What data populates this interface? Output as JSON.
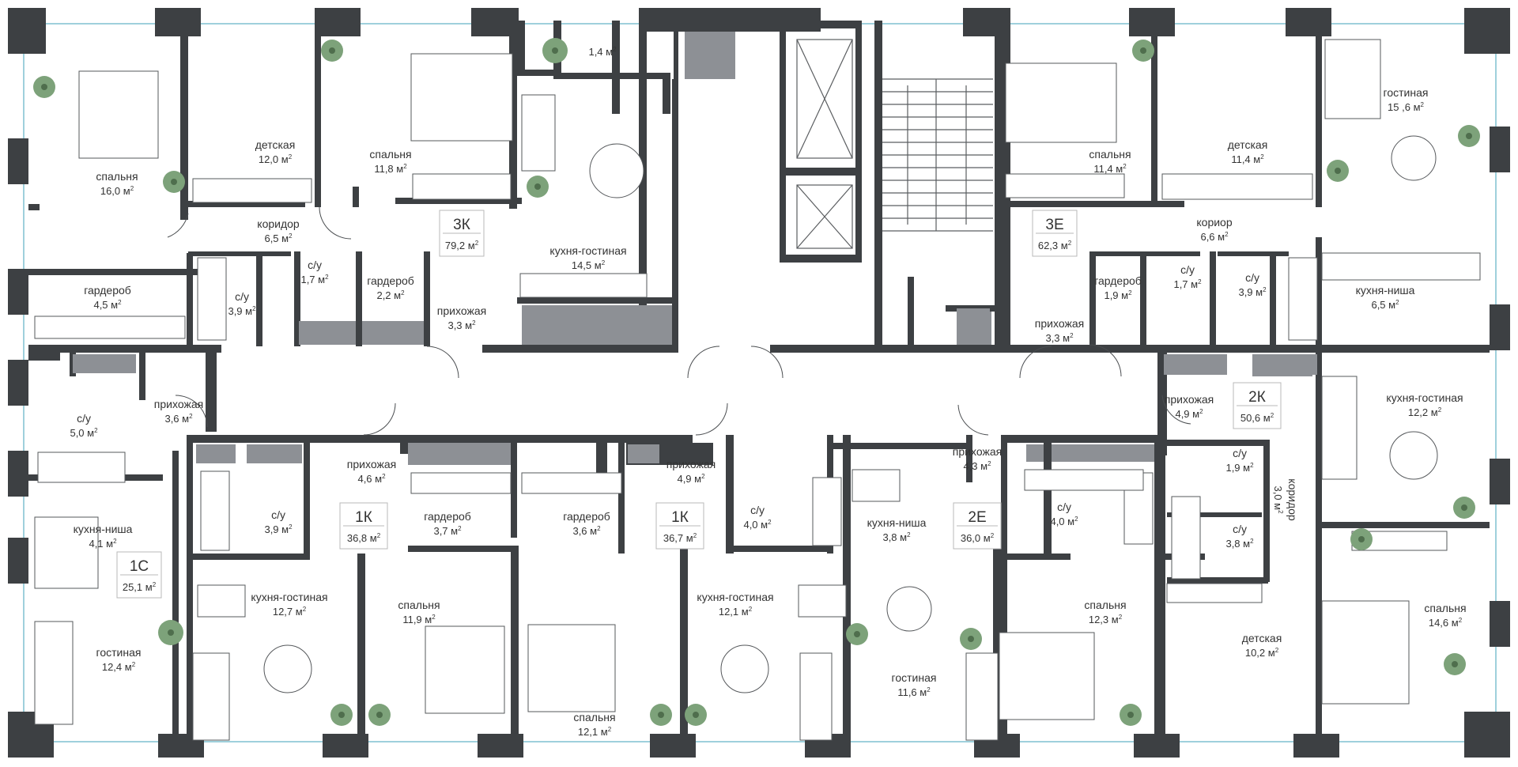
{
  "units": [
    {
      "id": "3k",
      "label": "3К",
      "area": "79,2 м",
      "sup": "2"
    },
    {
      "id": "3e",
      "label": "3Е",
      "area": "62,3 м",
      "sup": "2"
    },
    {
      "id": "2k",
      "label": "2К",
      "area": "50,6 м",
      "sup": "2"
    },
    {
      "id": "1c",
      "label": "1С",
      "area": "25,1 м",
      "sup": "2"
    },
    {
      "id": "1k-left",
      "label": "1К",
      "area": "36,8 м",
      "sup": "2"
    },
    {
      "id": "1k-right",
      "label": "1К",
      "area": "36,7 м",
      "sup": "2"
    },
    {
      "id": "2e",
      "label": "2Е",
      "area": "36,0 м",
      "sup": "2"
    }
  ],
  "rooms": [
    {
      "name": "спальня",
      "area": "16,0 м",
      "sup": "2"
    },
    {
      "name": "детская",
      "area": "12,0 м",
      "sup": "2"
    },
    {
      "name": "спальня",
      "area": "11,8 м",
      "sup": "2"
    },
    {
      "name": "",
      "area": "1,4 м",
      "sup": "2"
    },
    {
      "name": "коридор",
      "area": "6,5 м",
      "sup": "2"
    },
    {
      "name": "кухня-гостиная",
      "area": "14,5 м",
      "sup": "2"
    },
    {
      "name": "гардероб",
      "area": "4,5 м",
      "sup": "2"
    },
    {
      "name": "с/у",
      "area": "3,9 м",
      "sup": "2"
    },
    {
      "name": "с/у",
      "area": "1,7 м",
      "sup": "2"
    },
    {
      "name": "гардероб",
      "area": "2,2 м",
      "sup": "2"
    },
    {
      "name": "прихожая",
      "area": "3,3 м",
      "sup": "2"
    },
    {
      "name": "спальня",
      "area": "11,4 м",
      "sup": "2"
    },
    {
      "name": "детская",
      "area": "11,4 м",
      "sup": "2"
    },
    {
      "name": "гостиная",
      "area": "15 ,6 м",
      "sup": "2"
    },
    {
      "name": "кориор",
      "area": "6,6 м",
      "sup": "2"
    },
    {
      "name": "гардероб",
      "area": "1,9 м",
      "sup": "2"
    },
    {
      "name": "с/у",
      "area": "1,7 м",
      "sup": "2"
    },
    {
      "name": "с/у",
      "area": "3,9 м",
      "sup": "2"
    },
    {
      "name": "кухня-ниша",
      "area": "6,5 м",
      "sup": "2"
    },
    {
      "name": "прихожая",
      "area": "3,3 м",
      "sup": "2"
    },
    {
      "name": "с/у",
      "area": "5,0 м",
      "sup": "2"
    },
    {
      "name": "прихожая",
      "area": "3,6 м",
      "sup": "2"
    },
    {
      "name": "кухня-ниша",
      "area": "4,1 м",
      "sup": "2"
    },
    {
      "name": "гостиная",
      "area": "12,4 м",
      "sup": "2"
    },
    {
      "name": "прихожая",
      "area": "4,6 м",
      "sup": "2"
    },
    {
      "name": "с/у",
      "area": "3,9 м",
      "sup": "2"
    },
    {
      "name": "кухня-гостиная",
      "area": "12,7 м",
      "sup": "2"
    },
    {
      "name": "гардероб",
      "area": "3,7 м",
      "sup": "2"
    },
    {
      "name": "спальня",
      "area": "11,9 м",
      "sup": "2"
    },
    {
      "name": "гардероб",
      "area": "3,6 м",
      "sup": "2"
    },
    {
      "name": "спальня",
      "area": "12,1 м",
      "sup": "2"
    },
    {
      "name": "прихожая",
      "area": "4,9 м",
      "sup": "2"
    },
    {
      "name": "с/у",
      "area": "4,0 м",
      "sup": "2"
    },
    {
      "name": "кухня-гостиная",
      "area": "12,1 м",
      "sup": "2"
    },
    {
      "name": "кухня-ниша",
      "area": "3,8 м",
      "sup": "2"
    },
    {
      "name": "гостиная",
      "area": "11,6 м",
      "sup": "2"
    },
    {
      "name": "прихожая",
      "area": "4,3 м",
      "sup": "2"
    },
    {
      "name": "с/у",
      "area": "4,0 м",
      "sup": "2"
    },
    {
      "name": "спальня",
      "area": "12,3 м",
      "sup": "2"
    },
    {
      "name": "прихожая",
      "area": "4,9 м",
      "sup": "2"
    },
    {
      "name": "кухня-гостиная",
      "area": "12,2 м",
      "sup": "2"
    },
    {
      "name": "с/у",
      "area": "1,9 м",
      "sup": "2"
    },
    {
      "name": "с/у",
      "area": "3,8 м",
      "sup": "2"
    },
    {
      "name": "коридор",
      "area": "3,0 м",
      "sup": "2"
    },
    {
      "name": "детская",
      "area": "10,2 м",
      "sup": "2"
    },
    {
      "name": "спальня",
      "area": "14,6 м",
      "sup": "2"
    }
  ],
  "colors": {
    "wall": "#3d4043",
    "tint": "#8d9095",
    "glass": "#9fd0dc",
    "plant": "#7da27a"
  }
}
